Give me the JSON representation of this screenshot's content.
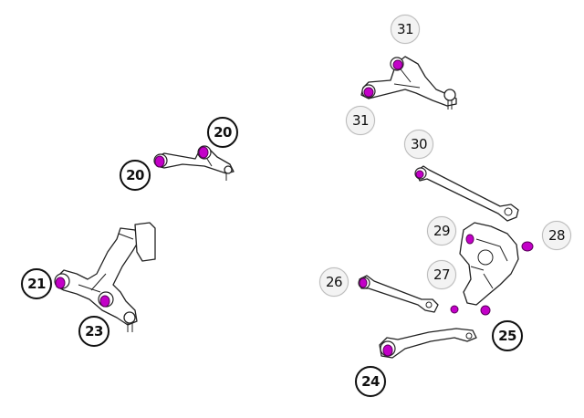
{
  "callouts": {
    "c31a": "31",
    "c31b": "31",
    "c30": "30",
    "c20a": "20",
    "c20b": "20",
    "c29": "29",
    "c28": "28",
    "c27": "27",
    "c26": "26",
    "c25": "25",
    "c21": "21",
    "c23": "23",
    "c24": "24"
  },
  "colors": {
    "bushing": "#c300c8",
    "line": "#222222",
    "callout_fill": "#f3f3f3"
  }
}
